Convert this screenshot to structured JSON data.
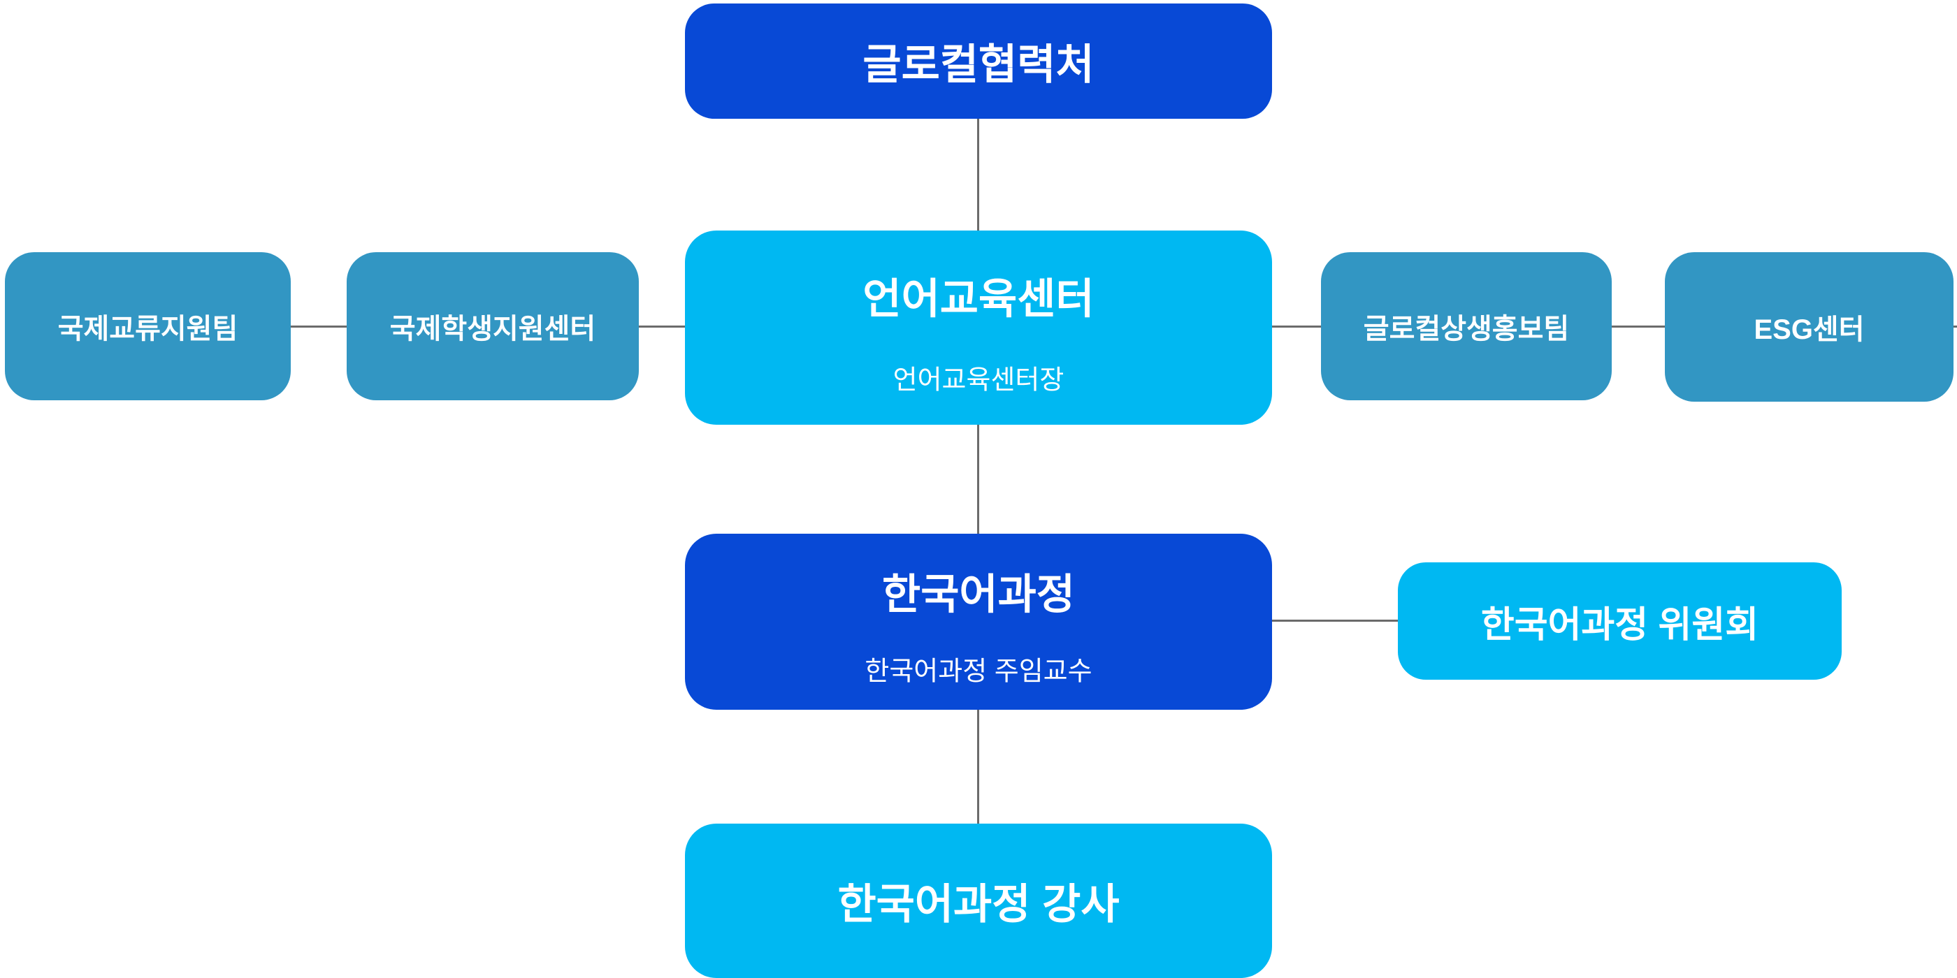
{
  "org_chart": {
    "type": "organization-chart",
    "colors": {
      "primary_blue": "#0849d6",
      "cyan": "#00b8f2",
      "teal": "#3296c3",
      "connector_gray": "#6b6b6b",
      "text_white": "#ffffff",
      "background": "#ffffff"
    },
    "nodes": [
      {
        "id": "top",
        "label": "글로컬협력처",
        "color": "#0849d6"
      },
      {
        "id": "exchange",
        "label": "국제교류지원팀",
        "color": "#3296c3"
      },
      {
        "id": "student",
        "label": "국제학생지원센터",
        "color": "#3296c3"
      },
      {
        "id": "langcenter",
        "label": "언어교육센터",
        "sublabel": "언어교육센터장",
        "color": "#00b8f2"
      },
      {
        "id": "pr",
        "label": "글로컬상생홍보팀",
        "color": "#3296c3"
      },
      {
        "id": "esg",
        "label": "ESG센터",
        "color": "#3296c3"
      },
      {
        "id": "korean",
        "label": "한국어과정",
        "sublabel": "한국어과정 주임교수",
        "color": "#0849d6"
      },
      {
        "id": "committee",
        "label": "한국어과정 위원회",
        "color": "#00b8f2"
      },
      {
        "id": "instructor",
        "label": "한국어과정 강사",
        "color": "#00b8f2"
      }
    ],
    "edges": [
      {
        "from": "top",
        "to": "langcenter"
      },
      {
        "from": "exchange",
        "to": "student"
      },
      {
        "from": "student",
        "to": "langcenter"
      },
      {
        "from": "langcenter",
        "to": "pr"
      },
      {
        "from": "pr",
        "to": "esg"
      },
      {
        "from": "langcenter",
        "to": "korean"
      },
      {
        "from": "korean",
        "to": "committee"
      },
      {
        "from": "korean",
        "to": "instructor"
      }
    ]
  }
}
